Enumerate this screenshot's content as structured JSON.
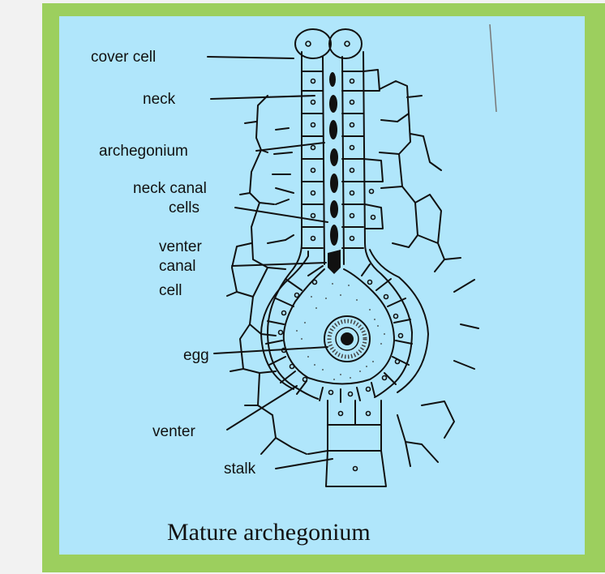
{
  "labels": {
    "cover_cell": "cover cell",
    "neck": "neck",
    "archegonium": "archegonium",
    "neck_canal_1": "neck canal",
    "neck_canal_2": "cells",
    "venter_canal_1": "venter",
    "venter_canal_2": "canal",
    "venter_canal_3": "cell",
    "egg": "egg",
    "venter": "venter",
    "stalk": "stalk"
  },
  "caption": "Mature archegonium",
  "colors": {
    "background": "#f2f2f2",
    "frame": "#9ccf5e",
    "panel": "#b0e6fb",
    "ink": "#111111"
  }
}
